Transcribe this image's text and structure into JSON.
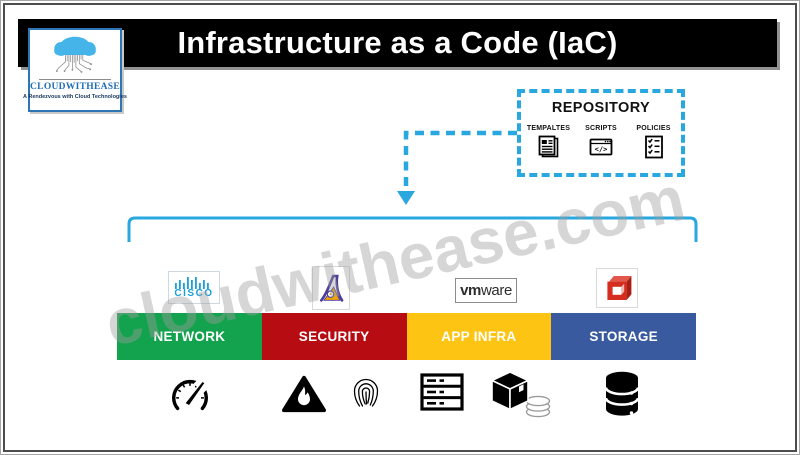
{
  "title_banner": {
    "title": "Infrastructure as a Code (IaC)"
  },
  "logo": {
    "name": "CLOUDWITHEASE",
    "tagline": "A Rendezvous with Cloud Technologies",
    "icon": "cloud-roots-icon"
  },
  "repository": {
    "title": "REPOSITORY",
    "items": [
      {
        "label": "TEMPALTES",
        "icon": "document-icon"
      },
      {
        "label": "SCRIPTS",
        "icon": "code-icon"
      },
      {
        "label": "POLICIES",
        "icon": "checklist-icon"
      }
    ]
  },
  "connector": {
    "type": "dashed-arrow",
    "from": "repository",
    "to": "category-bracket"
  },
  "watermark": "cloudwithease.com",
  "vendor_logos": [
    {
      "name": "cisco-logo",
      "text": "CISCO"
    },
    {
      "name": "security-emblem-logo"
    },
    {
      "name": "vmware-logo",
      "text_bold": "vm",
      "text_regular": "ware"
    },
    {
      "name": "red-cube-logo"
    }
  ],
  "categories": [
    {
      "label": "NETWORK",
      "color": "#13A24D"
    },
    {
      "label": "SECURITY",
      "color": "#B70D12"
    },
    {
      "label": "APP INFRA",
      "color": "#FDC413"
    },
    {
      "label": "STORAGE",
      "color": "#3A5A9F"
    }
  ],
  "bottom_icons": [
    "speedometer-icon",
    "firewall-icon",
    "fingerprint-icon",
    "server-rack-icon",
    "package-storage-icon",
    "database-icon"
  ],
  "colors": {
    "accent_blue": "#29A7DF",
    "banner_bg": "#000000",
    "cisco_blue": "#1BA0D7",
    "logo_text_blue": "#1F6DB6",
    "watermark_gray": "#9E9E9E"
  }
}
